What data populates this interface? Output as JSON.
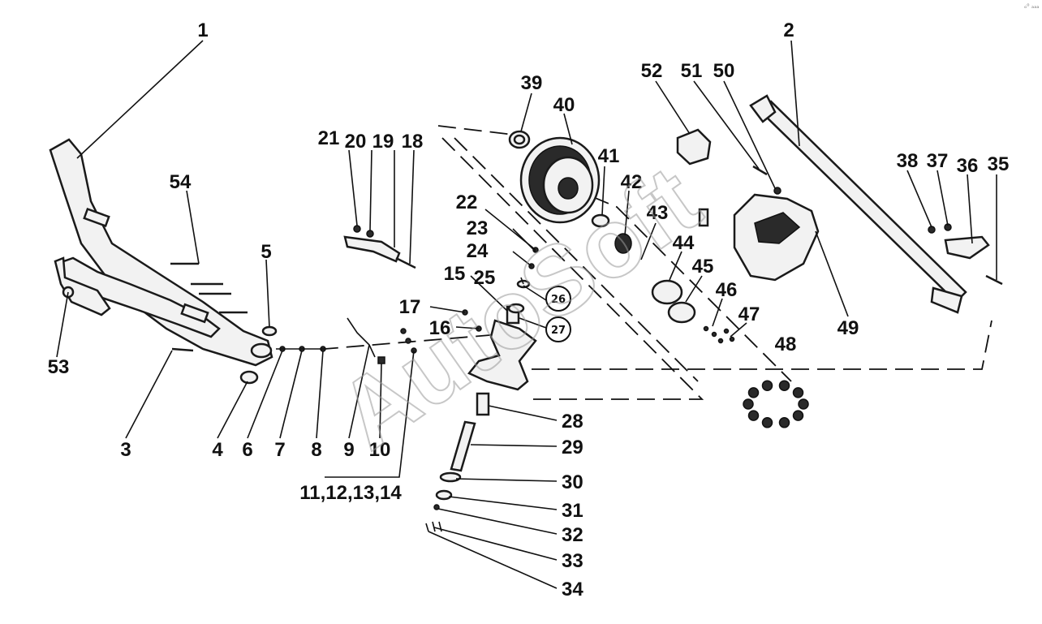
{
  "diagram": {
    "watermark": "AutoSoft",
    "corner_mark": "ₒ⁰ ₐₐₐ",
    "callouts": [
      "1",
      "2",
      "3",
      "4",
      "5",
      "6",
      "7",
      "8",
      "9",
      "10",
      "11,12,13,14",
      "15",
      "16",
      "17",
      "18",
      "19",
      "20",
      "21",
      "22",
      "23",
      "24",
      "25",
      "28",
      "29",
      "30",
      "31",
      "32",
      "33",
      "34",
      "35",
      "36",
      "37",
      "38",
      "39",
      "40",
      "41",
      "42",
      "43",
      "44",
      "45",
      "46",
      "47",
      "48",
      "49",
      "50",
      "51",
      "52",
      "53",
      "54"
    ],
    "circled_callouts": [
      "26",
      "27"
    ]
  }
}
